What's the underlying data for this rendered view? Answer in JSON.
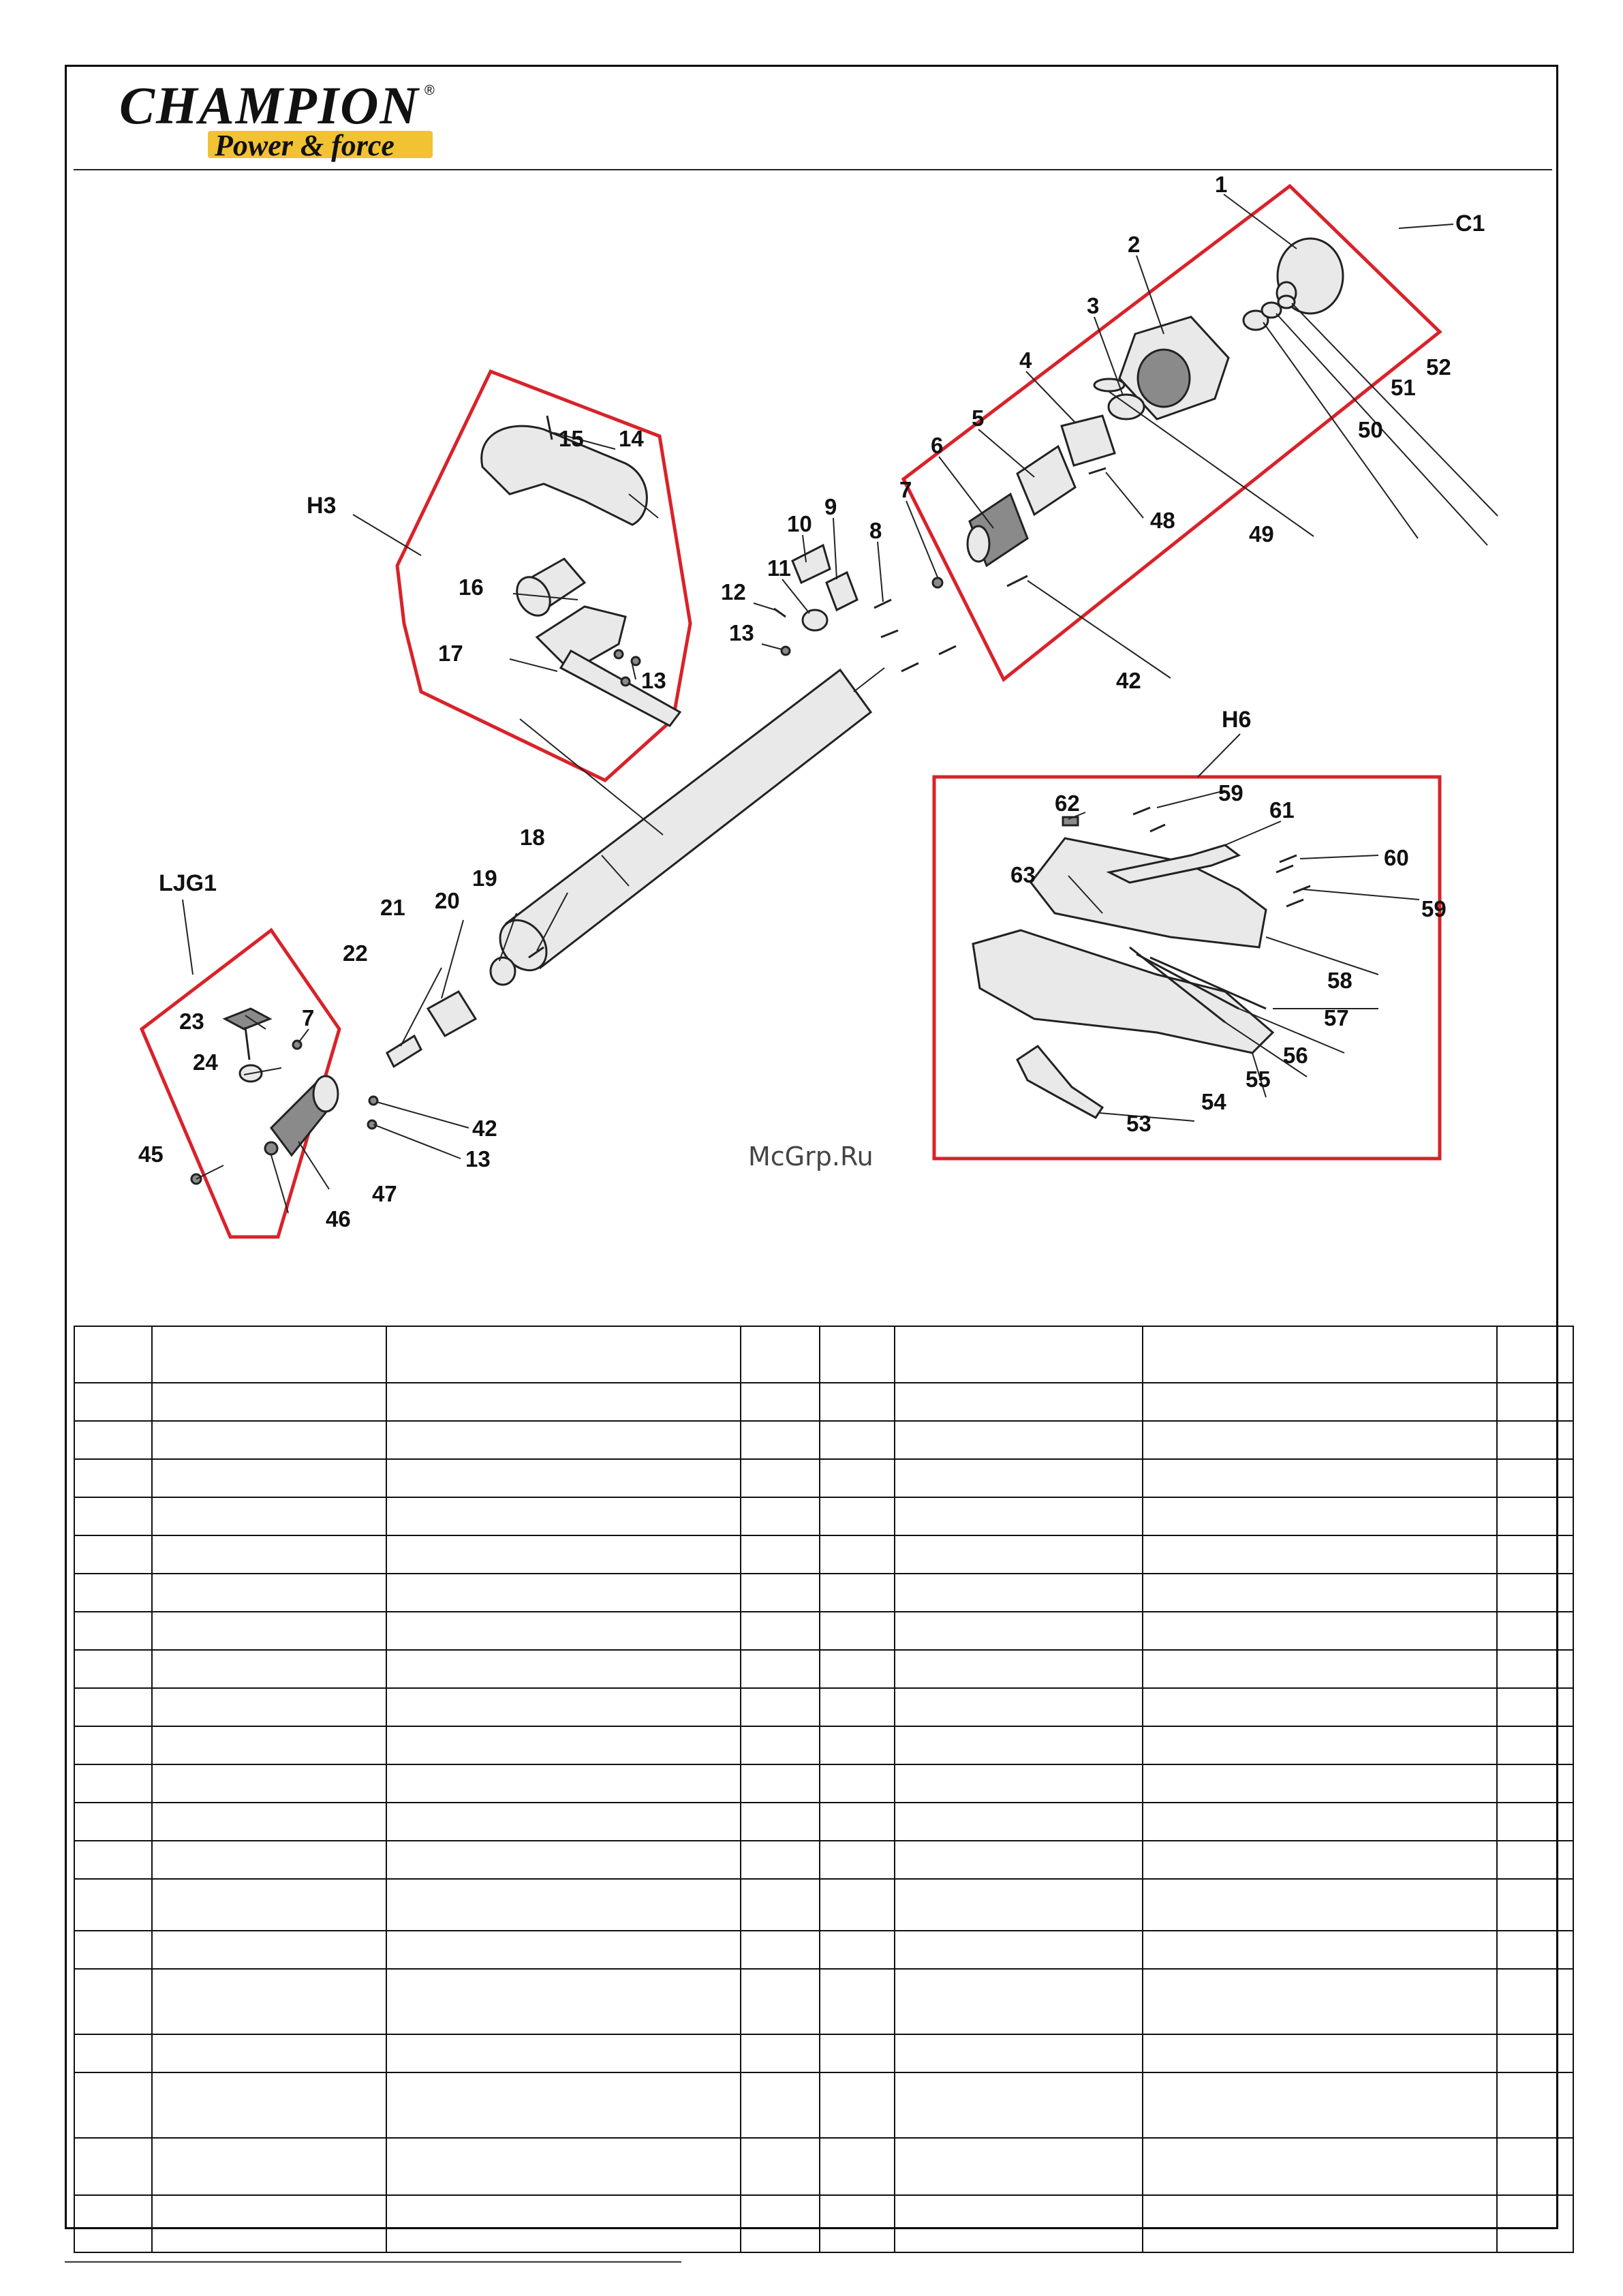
{
  "brand": {
    "name": "CHAMPION",
    "registered": "®",
    "slogan": "Power & force"
  },
  "watermark": "McGrp.Ru",
  "groups": [
    "C1",
    "H3",
    "H6",
    "LJG1"
  ],
  "callouts": [
    "1",
    "2",
    "3",
    "4",
    "5",
    "6",
    "7",
    "8",
    "9",
    "10",
    "11",
    "12",
    "13",
    "14",
    "15",
    "16",
    "17",
    "18",
    "19",
    "20",
    "21",
    "22",
    "23",
    "24",
    "42",
    "45",
    "46",
    "47",
    "48",
    "49",
    "50",
    "51",
    "52",
    "53",
    "54",
    "55",
    "56",
    "57",
    "58",
    "59",
    "60",
    "61",
    "62",
    "63"
  ],
  "colors": {
    "highlight_box": "#d9222a",
    "logo_band": "#f1c232"
  },
  "table": {
    "columns": 8,
    "rows": 22
  },
  "footer": ""
}
